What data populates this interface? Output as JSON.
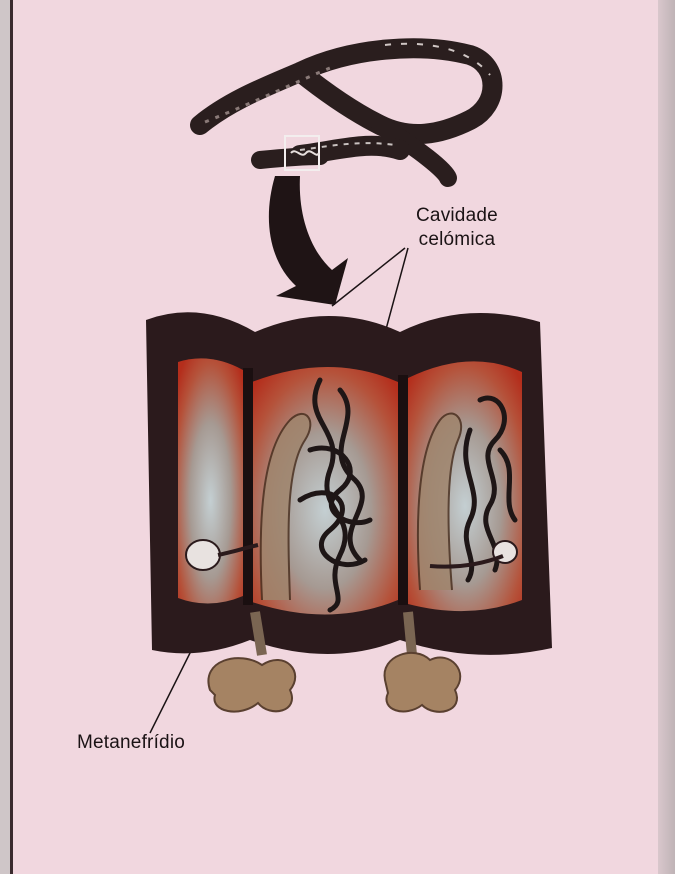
{
  "labels": {
    "coelom_line1": "Cavidade",
    "coelom_line2": "celómica",
    "metanephridium": "Metanefrídio"
  },
  "colors": {
    "page": "#f1d7df",
    "body_wall": "#2b1a1c",
    "coelom_red": "#c8321e",
    "coelom_pale": "#c4cdcf",
    "nephridium": "#6a4a3a",
    "excretion": "#9a7a5e"
  }
}
